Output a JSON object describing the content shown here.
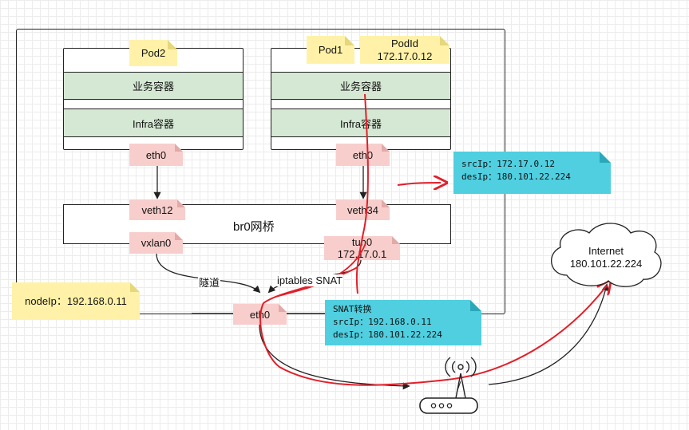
{
  "pods": {
    "pod2": {
      "name": "Pod2",
      "business": "业务容器",
      "infra": "Infra容器",
      "eth": "eth0"
    },
    "pod1": {
      "name": "Pod1",
      "podid_label": "PodId",
      "podid_ip": "172.17.0.12",
      "business": "业务容器",
      "infra": "Infra容器",
      "eth": "eth0"
    }
  },
  "bridge": {
    "title": "br0网桥",
    "veth_left": "veth12",
    "veth_right": "veth34",
    "vxlan": "vxlan0",
    "tun": "tun0",
    "tun_ip": "172.17.0.1"
  },
  "node": {
    "ip_label": "nodeIp：192.168.0.11",
    "eth": "eth0",
    "tunnel_label": "隧道",
    "snat_label": "iptables SNAT"
  },
  "packet_pod": {
    "src": "srcIp：172.17.0.12",
    "dst": "desIp：180.101.22.224"
  },
  "packet_snat": {
    "title": "SNAT转换",
    "src": "srcIp：192.168.0.11",
    "dst": "desIp：180.101.22.224"
  },
  "internet": {
    "label": "Internet",
    "ip": "180.101.22.224"
  },
  "colors": {
    "flow": "#e0202a",
    "note": "#fff2a8",
    "interface": "#f8cecc",
    "container": "#d5e8d4",
    "packet": "#4fcfe0"
  }
}
